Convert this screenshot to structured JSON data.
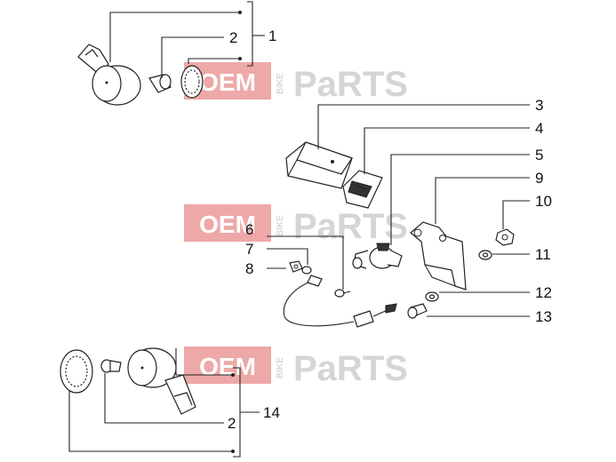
{
  "watermark": {
    "oem": "OEM",
    "bike": "BIKE",
    "parts": "PaRTS"
  },
  "callouts": {
    "c1": "1",
    "c2a": "2",
    "c3": "3",
    "c4": "4",
    "c5": "5",
    "c6": "6",
    "c7": "7",
    "c8": "8",
    "c9": "9",
    "c10": "10",
    "c11": "11",
    "c12": "12",
    "c13": "13",
    "c14": "14",
    "c2b": "2"
  }
}
